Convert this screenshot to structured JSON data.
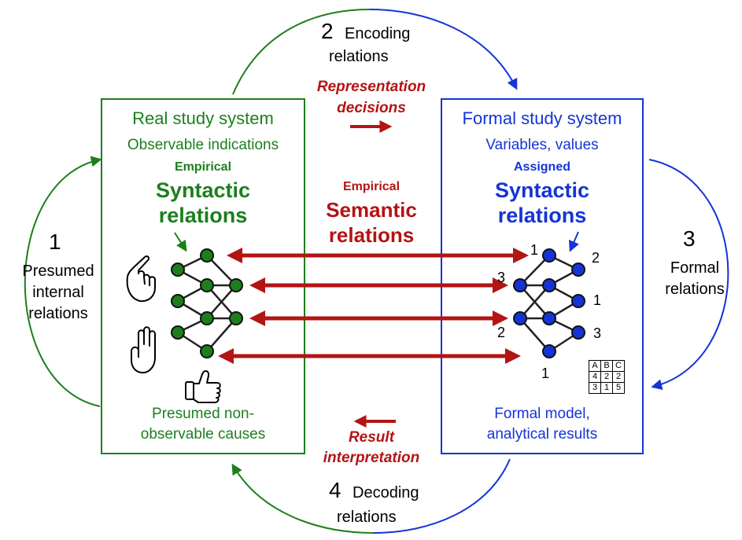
{
  "colors": {
    "green": "#1c7f1c",
    "blue": "#1434d6",
    "red": "#b31414",
    "black": "#000000"
  },
  "step1": {
    "number": "1",
    "label_line1": "Presumed",
    "label_line2": "internal",
    "label_line3": "relations"
  },
  "step2": {
    "number": "2",
    "label_line1": "Encoding",
    "label_line2": "relations"
  },
  "step3": {
    "number": "3",
    "label_line1": "Formal",
    "label_line2": "relations"
  },
  "step4": {
    "number": "4",
    "label_line1": "Decoding",
    "label_line2": "relations"
  },
  "real_system": {
    "title": "Real study system",
    "subtitle": "Observable indications",
    "small_label": "Empirical",
    "big_label_line1": "Syntactic",
    "big_label_line2": "relations",
    "bottom_line1": "Presumed non-",
    "bottom_line2": "observable causes"
  },
  "formal_system": {
    "title": "Formal study system",
    "subtitle": "Variables, values",
    "small_label": "Assigned",
    "big_label_line1": "Syntactic",
    "big_label_line2": "relations",
    "bottom_line1": "Formal model,",
    "bottom_line2": "analytical results"
  },
  "representation": {
    "line1": "Representation",
    "line2": "decisions"
  },
  "semantic": {
    "small_label": "Empirical",
    "big_line1": "Semantic",
    "big_line2": "relations"
  },
  "result": {
    "line1": "Result",
    "line2": "interpretation"
  },
  "formal_node_labels": [
    "1",
    "2",
    "3",
    "1",
    "2",
    "3",
    "1"
  ],
  "icons": [
    "pointing-hand-icon",
    "three-fingers-hand-icon",
    "thumbs-up-icon"
  ],
  "mini_table": {
    "headers": [
      "A",
      "B",
      "C"
    ],
    "rows": [
      [
        "4",
        "2",
        "2"
      ],
      [
        "3",
        "1",
        "5"
      ]
    ]
  }
}
